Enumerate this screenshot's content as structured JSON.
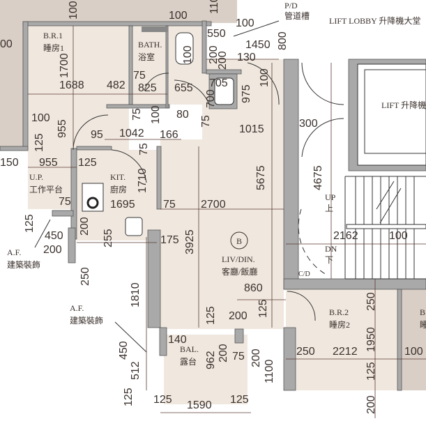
{
  "rooms": {
    "br1": {
      "en": "B.R.1",
      "zh": "睡房1"
    },
    "bath": {
      "en": "BATH.",
      "zh": "浴室"
    },
    "up": {
      "en": "U.P.",
      "zh": "工作平台"
    },
    "kit": {
      "en": "KIT.",
      "zh": "廚房"
    },
    "pd": {
      "en": "P/D",
      "zh": "管道槽"
    },
    "lift_lobby": "LIFT LOBBY 升降機大堂",
    "lift": "LIFT 升降機",
    "stair_up": {
      "en": "UP",
      "zh": "上"
    },
    "stair_dn": {
      "en": "DN",
      "zh": "下"
    },
    "cd": "C/D",
    "unit_badge": "B",
    "liv": {
      "en": "LIV/DIN.",
      "zh": "客廳/飯廳"
    },
    "br2": {
      "en": "B.R.2",
      "zh": "睡房2"
    },
    "bal": {
      "en": "BAL.",
      "zh": "露台"
    },
    "af1": {
      "en": "A.F.",
      "zh": "建築裝飾"
    },
    "af2": {
      "en": "A.F.",
      "zh": "建築裝飾"
    },
    "br_next": {
      "en": "B",
      "zh": "睡"
    }
  },
  "dims": [
    "100",
    "100",
    "110",
    "00",
    "550",
    "100",
    "1450",
    "800",
    "130",
    "100",
    "200",
    "200",
    "1700",
    "1688",
    "482",
    "75",
    "825",
    "655",
    "705",
    "700",
    "975",
    "100",
    "80",
    "75",
    "100",
    "75",
    "1015",
    "300",
    "100",
    "955",
    "95",
    "1042",
    "166",
    "125",
    "75",
    "150",
    "955",
    "125",
    "1710",
    "5675",
    "4675",
    "1695",
    "75",
    "2700",
    "75",
    "125",
    "450",
    "200",
    "200",
    "255",
    "175",
    "3925",
    "250",
    "1810",
    "2162",
    "100",
    "860",
    "125",
    "200",
    "125",
    "250",
    "1950",
    "140",
    "962",
    "200",
    "75",
    "200",
    "1100",
    "250",
    "2212",
    "100",
    "125",
    "450",
    "512",
    "125",
    "125",
    "1590",
    "125",
    "200"
  ],
  "colors": {
    "interior": "#f0e8df",
    "neighbor": "#d9cfc6",
    "wall": "#a9a9a9"
  }
}
